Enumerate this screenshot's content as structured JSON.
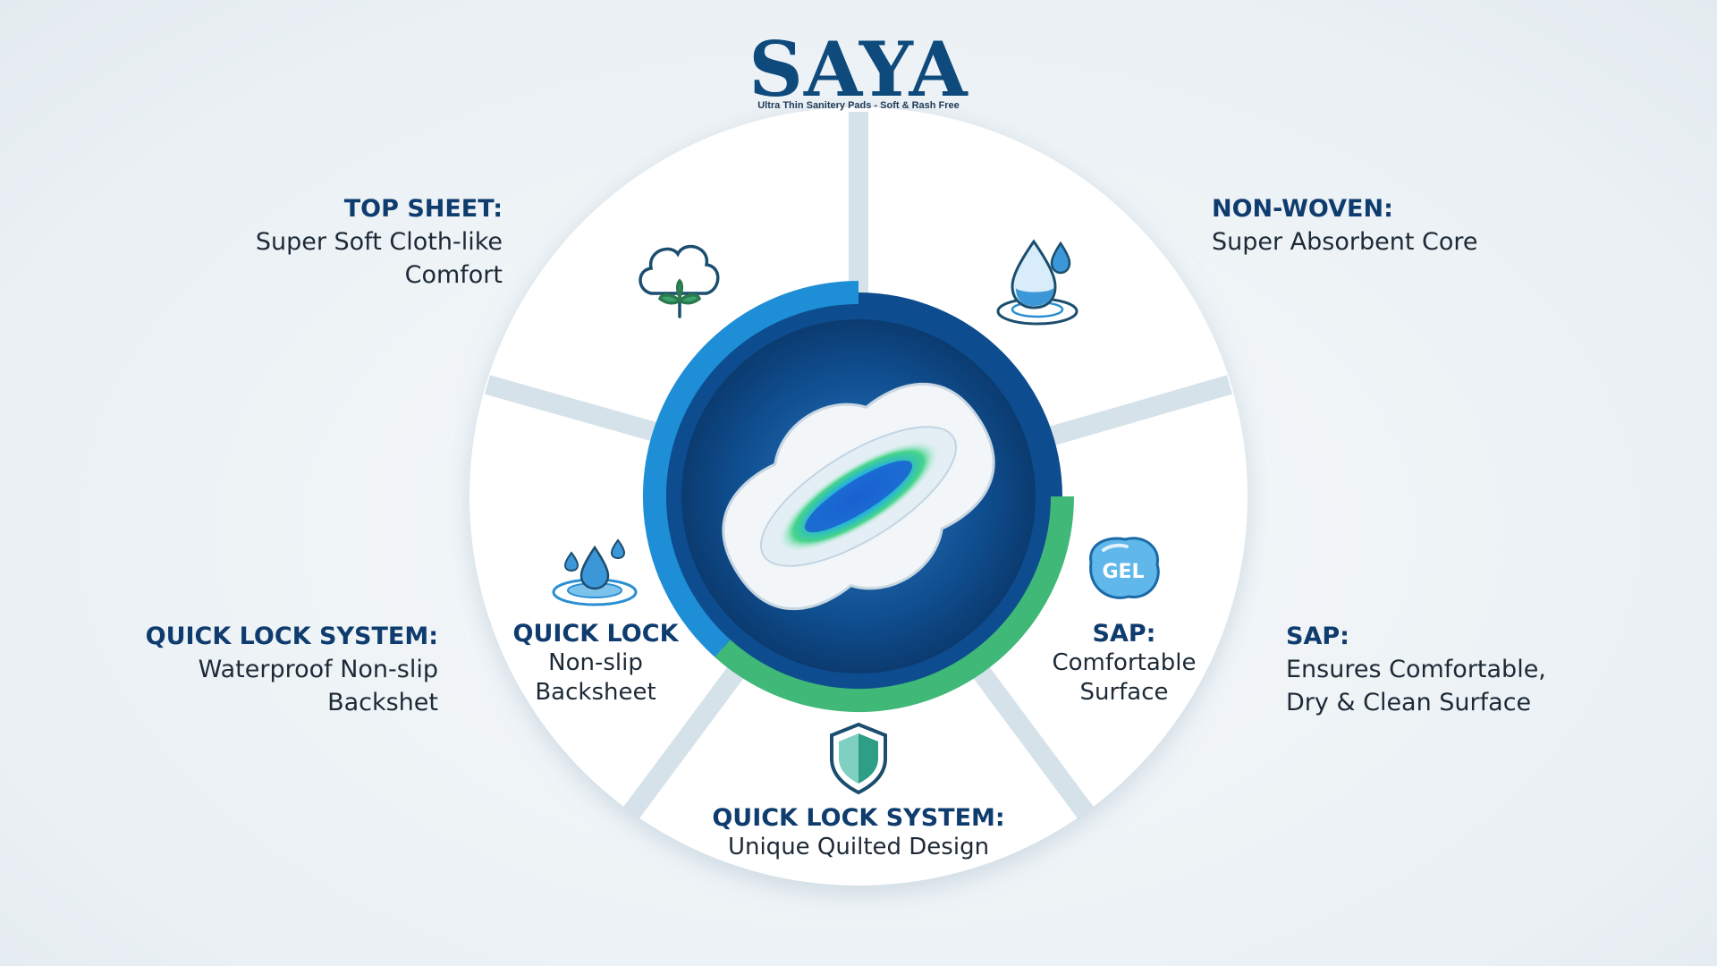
{
  "brand": {
    "name": "SAYA",
    "tagline": "Ultra Thin Sanitery Pads - Soft & Rash Free"
  },
  "outer_labels": {
    "top_left": {
      "title": "TOP SHEET:",
      "desc": "Super Soft Cloth-like\nComfort"
    },
    "top_right": {
      "title": "NON-WOVEN:",
      "desc": "Super Absorbent Core"
    },
    "left": {
      "title": "QUICK LOCK SYSTEM:",
      "desc": "Waterproof Non-slip\nBackshet"
    },
    "right": {
      "title": "SAP:",
      "desc": "Ensures Comfortable,\nDry & Clean Surface"
    }
  },
  "inner_labels": {
    "left": {
      "title": "QUICK LOCK",
      "desc": "Non-slip\nBacksheet"
    },
    "right": {
      "title": "SAP:",
      "desc": "Comfortable\nSurface"
    },
    "bottom": {
      "title": "QUICK LOCK SYSTEM:",
      "desc": "Unique Quilted Design"
    }
  },
  "icons": {
    "top_left": "cotton-flower-icon",
    "top_right": "water-drop-icon",
    "left": "water-splash-icon",
    "right": "gel-blob-icon",
    "right_text": "GEL",
    "bottom": "shield-icon"
  },
  "colors": {
    "navy": "#0f3c6e",
    "blue": "#1e8fd6",
    "green": "#3cb878",
    "gap": "#d7e4ec"
  }
}
